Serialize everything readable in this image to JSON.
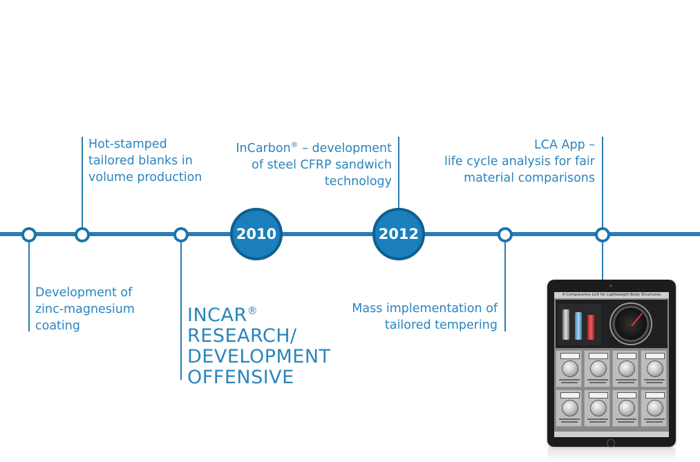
{
  "colors": {
    "accent": "#2a84bd",
    "line": "#2a7db5",
    "year_fill": "#1a7fbc"
  },
  "years": {
    "y2010": "2010",
    "y2012": "2012"
  },
  "events": {
    "hot_stamped": [
      "Hot-stamped",
      "tailored blanks in",
      "volume production"
    ],
    "incarbon": [
      "InCarbon",
      "®",
      " – development",
      "of steel CFRP sandwich",
      "technology"
    ],
    "lca_app": [
      "LCA App –",
      "life cycle analysis for fair",
      "material comparisons"
    ],
    "zinc": [
      "Development of",
      "zinc-magnesium",
      "coating"
    ],
    "incar": [
      "INCAR",
      "®",
      "RESEARCH/",
      "DEVELOPMENT",
      "OFFENSIVE"
    ],
    "tempering": [
      "Mass implementation of",
      "tailored tempering"
    ]
  },
  "tablet": {
    "screen_title": "A Comparative LCA for Lightweight Body Structures"
  }
}
